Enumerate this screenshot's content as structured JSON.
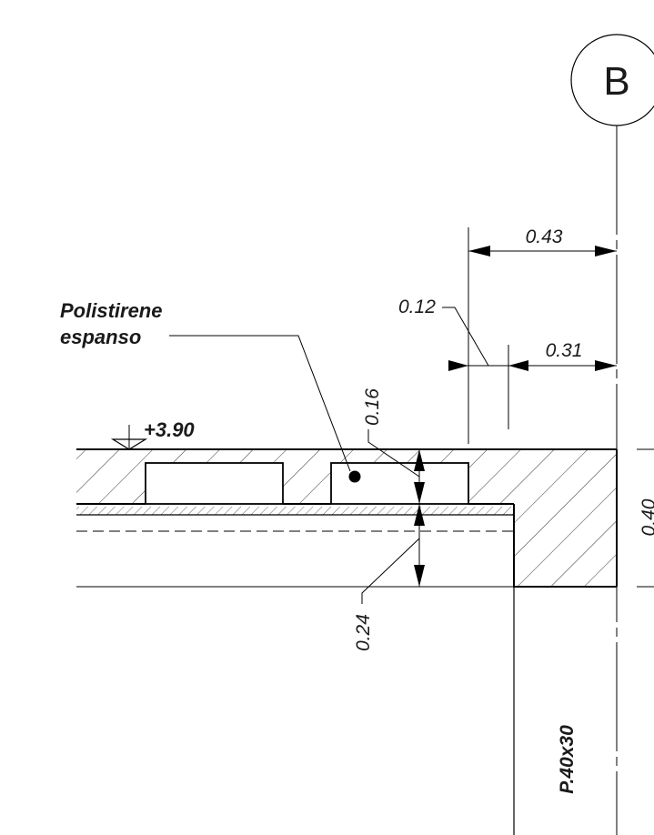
{
  "grid_axis": {
    "label": "B"
  },
  "dimensions": {
    "overall_width": "0.43",
    "wall_offset": "0.12",
    "beam_width": "0.31",
    "slab_insulation_depth": "0.16",
    "slab_depth_below": "0.24",
    "beam_depth": "0.40"
  },
  "level_mark": {
    "label": "+3.90"
  },
  "material_callout": {
    "line1": "Polistirene",
    "line2": "espanso"
  },
  "column_tag": {
    "label": "P.40x30"
  }
}
